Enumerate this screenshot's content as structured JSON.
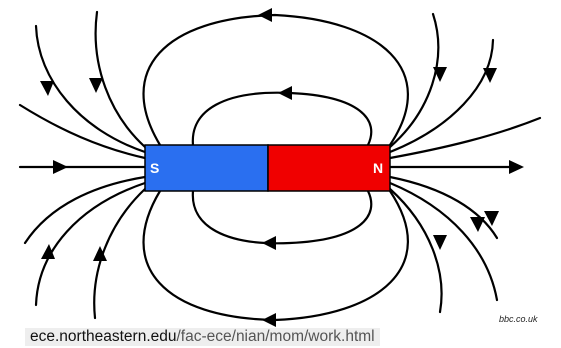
{
  "magnet": {
    "south_label": "S",
    "north_label": "N",
    "south_color": "#2a6ff0",
    "north_color": "#f00000"
  },
  "credit": "bbc.co.uk",
  "source_url": {
    "domain": "ece.northeastern.edu",
    "path": "/fac-ece/nian/mom/work.html"
  }
}
